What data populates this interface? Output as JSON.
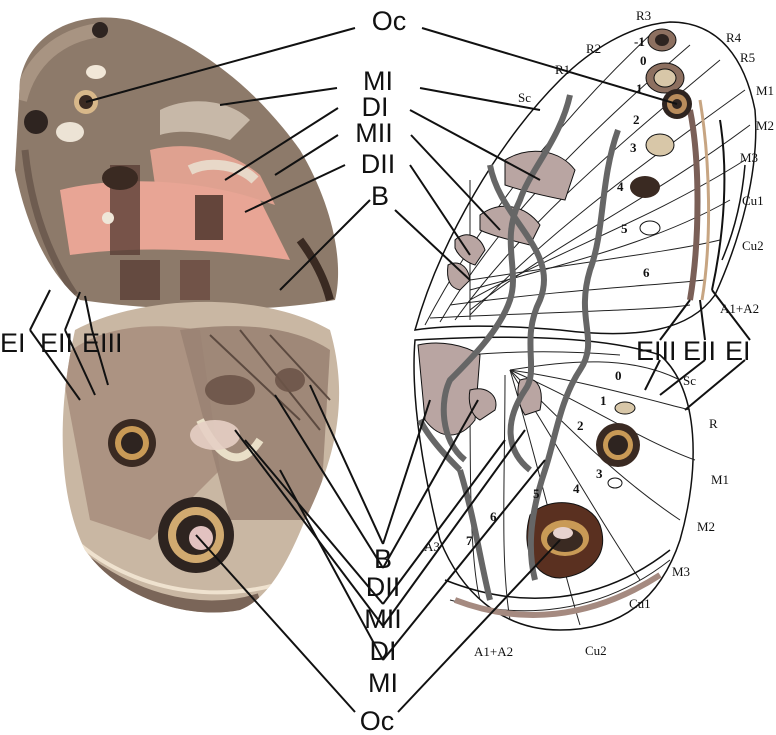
{
  "center_labels": {
    "top": [
      "Oc",
      "MI",
      "DI",
      "MII",
      "DII",
      "B"
    ],
    "bottom": [
      "B",
      "DII",
      "MII",
      "DI",
      "MI",
      "Oc"
    ]
  },
  "left_edge_labels": [
    "EI",
    "EII",
    "EIII"
  ],
  "right_edge_labels": [
    "EIII",
    "EII",
    "EI"
  ],
  "forewing": {
    "veins": [
      "R3",
      "R4",
      "R2",
      "R5",
      "R1",
      "Sc",
      "M1",
      "M2",
      "M3",
      "Cu1",
      "Cu2",
      "A1+A2"
    ],
    "cells": [
      "-1",
      "0",
      "1",
      "2",
      "3",
      "4",
      "5",
      "6"
    ]
  },
  "hindwing": {
    "veins": [
      "Sc",
      "R",
      "M1",
      "M2",
      "M3",
      "Cu1",
      "Cu2",
      "A1+A2",
      "A3"
    ],
    "cells": [
      "0",
      "1",
      "2",
      "3",
      "4",
      "5",
      "6",
      "7"
    ]
  },
  "colors": {
    "wing_brown": "#8d7a6a",
    "salmon_band": "#e8a595",
    "dark_mark": "#3a2a22",
    "schematic_pattern": "#b9a5a2",
    "symmetry_line": "#666666",
    "eyespot_ring": "#c99a56"
  }
}
